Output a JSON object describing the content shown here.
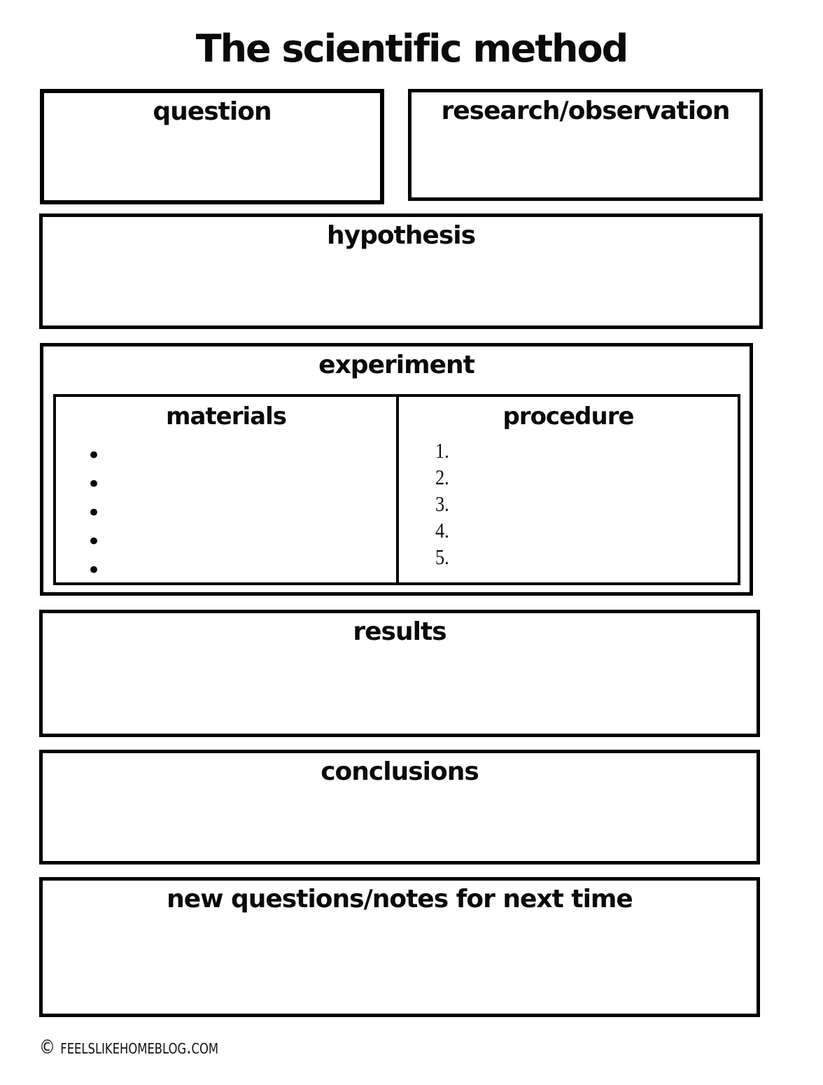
{
  "title": "The scientific method",
  "sections": {
    "question": {
      "label": "question"
    },
    "research": {
      "label": "research/observation"
    },
    "hypothesis": {
      "label": "hypothesis"
    },
    "experiment": {
      "label": "experiment",
      "materials": {
        "label": "materials",
        "bullets": [
          "•",
          "•",
          "•",
          "•",
          "•"
        ]
      },
      "procedure": {
        "label": "procedure",
        "steps": [
          "1.",
          "2.",
          "3.",
          "4.",
          "5."
        ]
      }
    },
    "results": {
      "label": "results"
    },
    "conclusions": {
      "label": "conclusions"
    },
    "new_questions": {
      "label": "new questions/notes for next time"
    }
  },
  "footer": {
    "copyright": "© feelslikehomeblog.com"
  },
  "colors": {
    "ink": "#000000",
    "paper": "#ffffff"
  }
}
